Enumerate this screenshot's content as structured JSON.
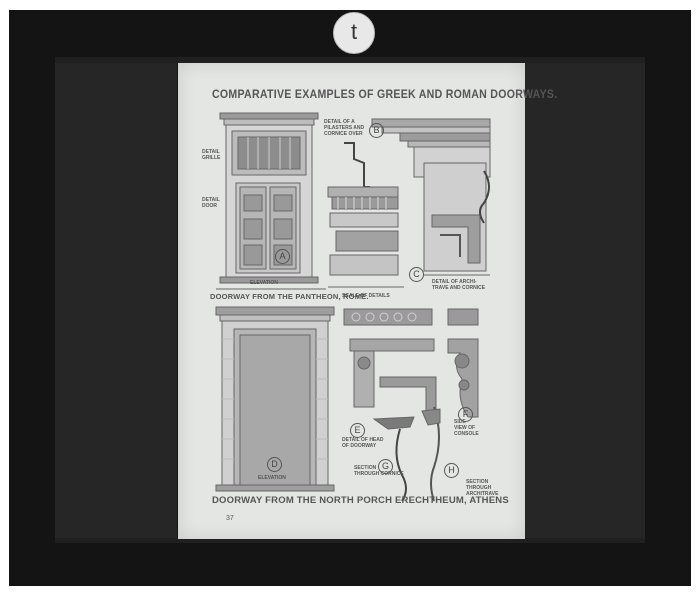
{
  "slide": {
    "label": "t",
    "colors": {
      "frame": "#141414",
      "mask": "#262626",
      "plate": "#e4e6e4",
      "ink": "#555555"
    }
  },
  "plate": {
    "title": "COMPARATIVE EXAMPLES OF GREEK AND ROMAN DOORWAYS.",
    "plate_number": "37",
    "letters": [
      "A",
      "B",
      "C",
      "D",
      "E",
      "F",
      "G",
      "H"
    ],
    "annotations": {
      "detail_of_grille": "DETAIL\nGRILLE",
      "detail_of_door": "DETAIL\nDOOR",
      "detail_pilasters": "DETAIL OF A\nPILASTERS AND\nCORNICE OVER",
      "detail_architrave": "DETAIL OF ARCHI-\nTRAVE AND CORNICE",
      "elevation_a": "ELEVATION",
      "scale_a": "SCALE OF DETAILS",
      "detail_head": "DETAIL OF HEAD\nOF DOORWAY",
      "elevation_d": "ELEVATION",
      "section_through_cornice": "SECTION\nTHROUGH CORNICE",
      "side_view_console": "SIDE\nVIEW OF\nCONSOLE",
      "section_through_architrave": "SECTION\nTHROUGH\nARCHITRAVE"
    },
    "captions": {
      "top": "DOORWAY FROM THE PANTHEON, ROME.",
      "bottom": "DOORWAY FROM THE NORTH PORCH ERECHTHEUM, ATHENS"
    }
  }
}
